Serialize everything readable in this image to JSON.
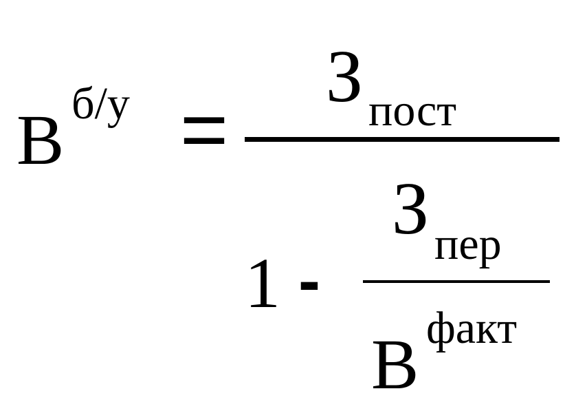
{
  "formula": {
    "lhs": {
      "variable": "В",
      "superscript": "б/у"
    },
    "equals": "=",
    "numerator": {
      "variable": "З",
      "subscript": "пост"
    },
    "denominator": {
      "one": "1",
      "minus": "-",
      "fraction": {
        "numerator": {
          "variable": "З",
          "subscript": "пер"
        },
        "denominator": {
          "variable": "В",
          "superscript": "факт"
        }
      }
    }
  }
}
